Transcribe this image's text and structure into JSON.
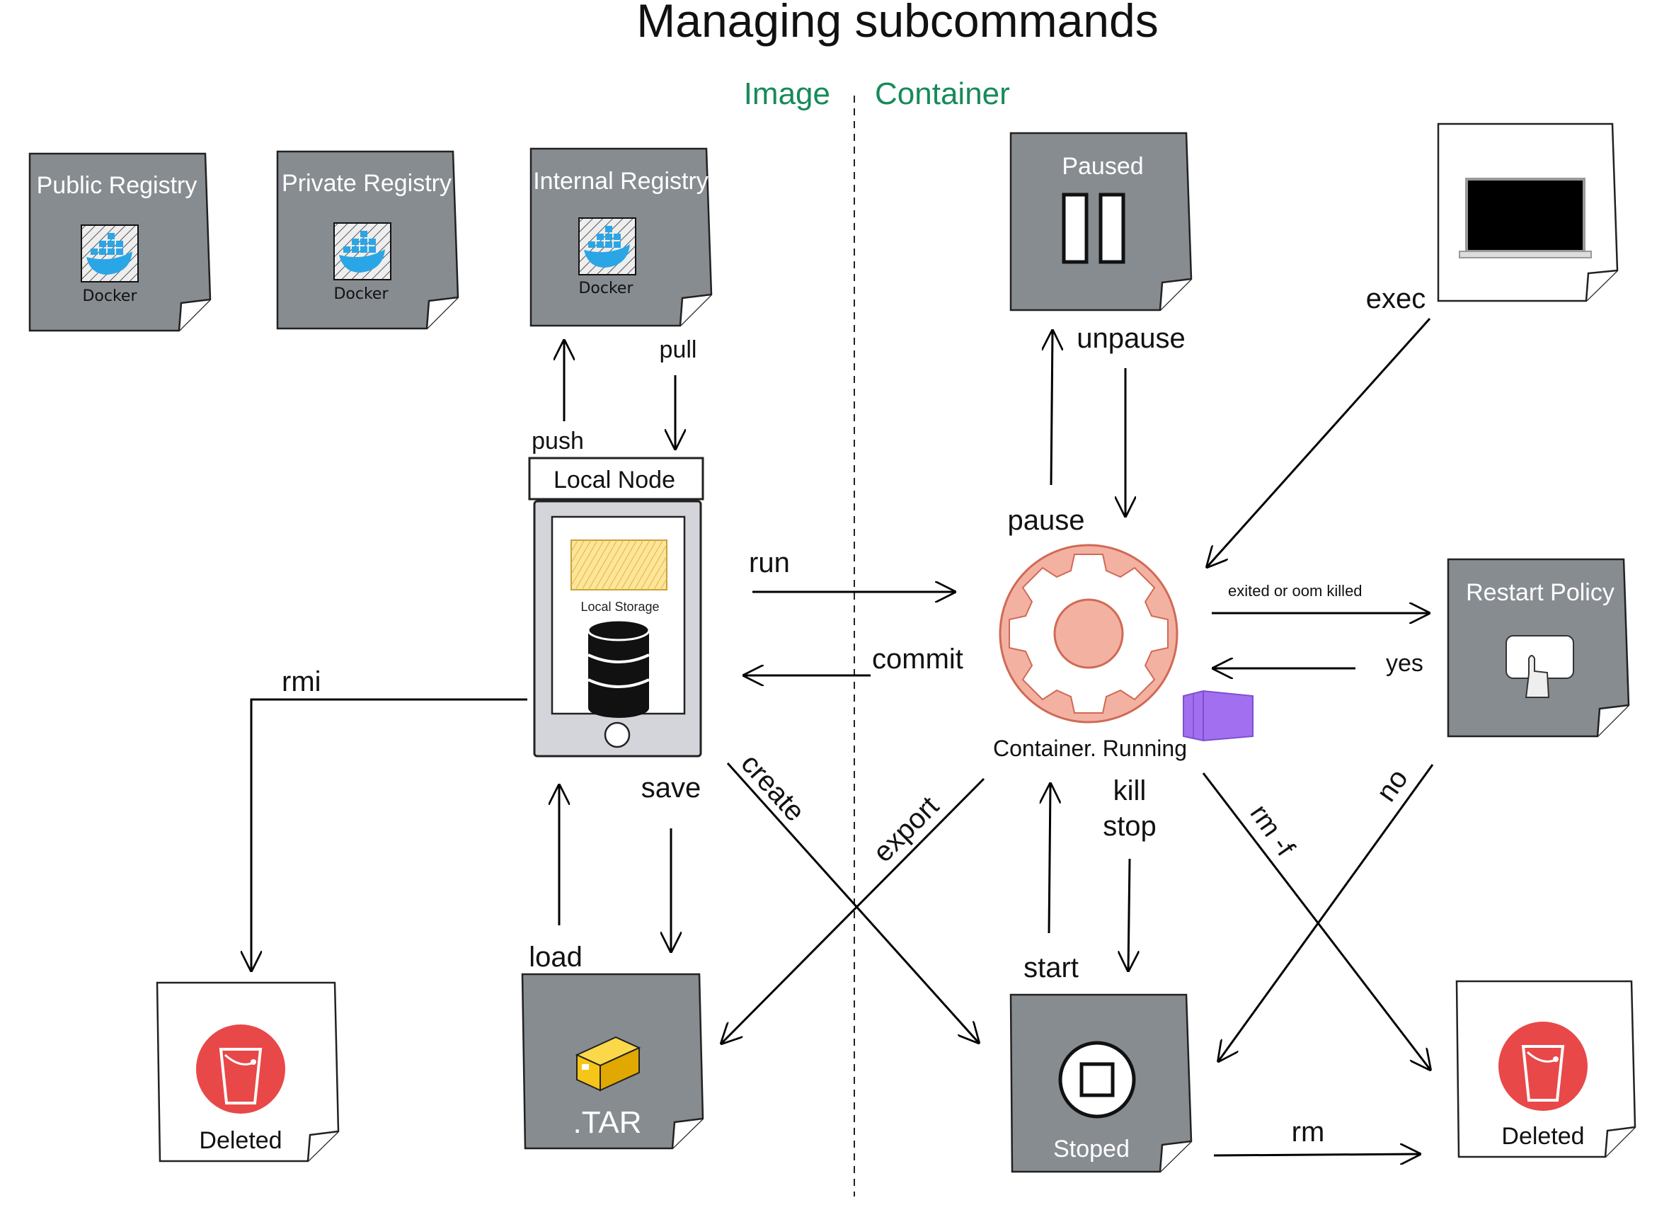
{
  "title": "Managing subcommands",
  "sections": {
    "image": "Image",
    "container": "Container"
  },
  "registries": {
    "public": "Public Registry",
    "private": "Private Registry",
    "internal": "Internal Registry",
    "docker_word": "Docker"
  },
  "local_node": {
    "title": "Local Node",
    "storage": "Local Storage"
  },
  "states": {
    "paused": "Paused",
    "running": "Container. Running",
    "restart_policy": "Restart Policy",
    "stopped": "Stoped",
    "deleted": "Deleted",
    "tar": ".TAR"
  },
  "commands": {
    "push": "push",
    "pull": "pull",
    "run": "run",
    "commit": "commit",
    "rmi": "rmi",
    "save": "save",
    "load": "load",
    "create": "create",
    "export": "export",
    "pause": "pause",
    "unpause": "unpause",
    "exec": "exec",
    "exited": "exited or oom killed",
    "yes": "yes",
    "no": "no",
    "kill": "kill",
    "stop": "stop",
    "start": "start",
    "rm_f": "rm -f",
    "rm": "rm"
  },
  "colors": {
    "note_gray": "#878c91",
    "heading_green": "#188a5a",
    "gear": "#e5836f",
    "bucket": "#e94848",
    "container_purple": "#a26ff0",
    "tar_box": "#f5c518",
    "docker_blue": "#2aa6e6"
  }
}
